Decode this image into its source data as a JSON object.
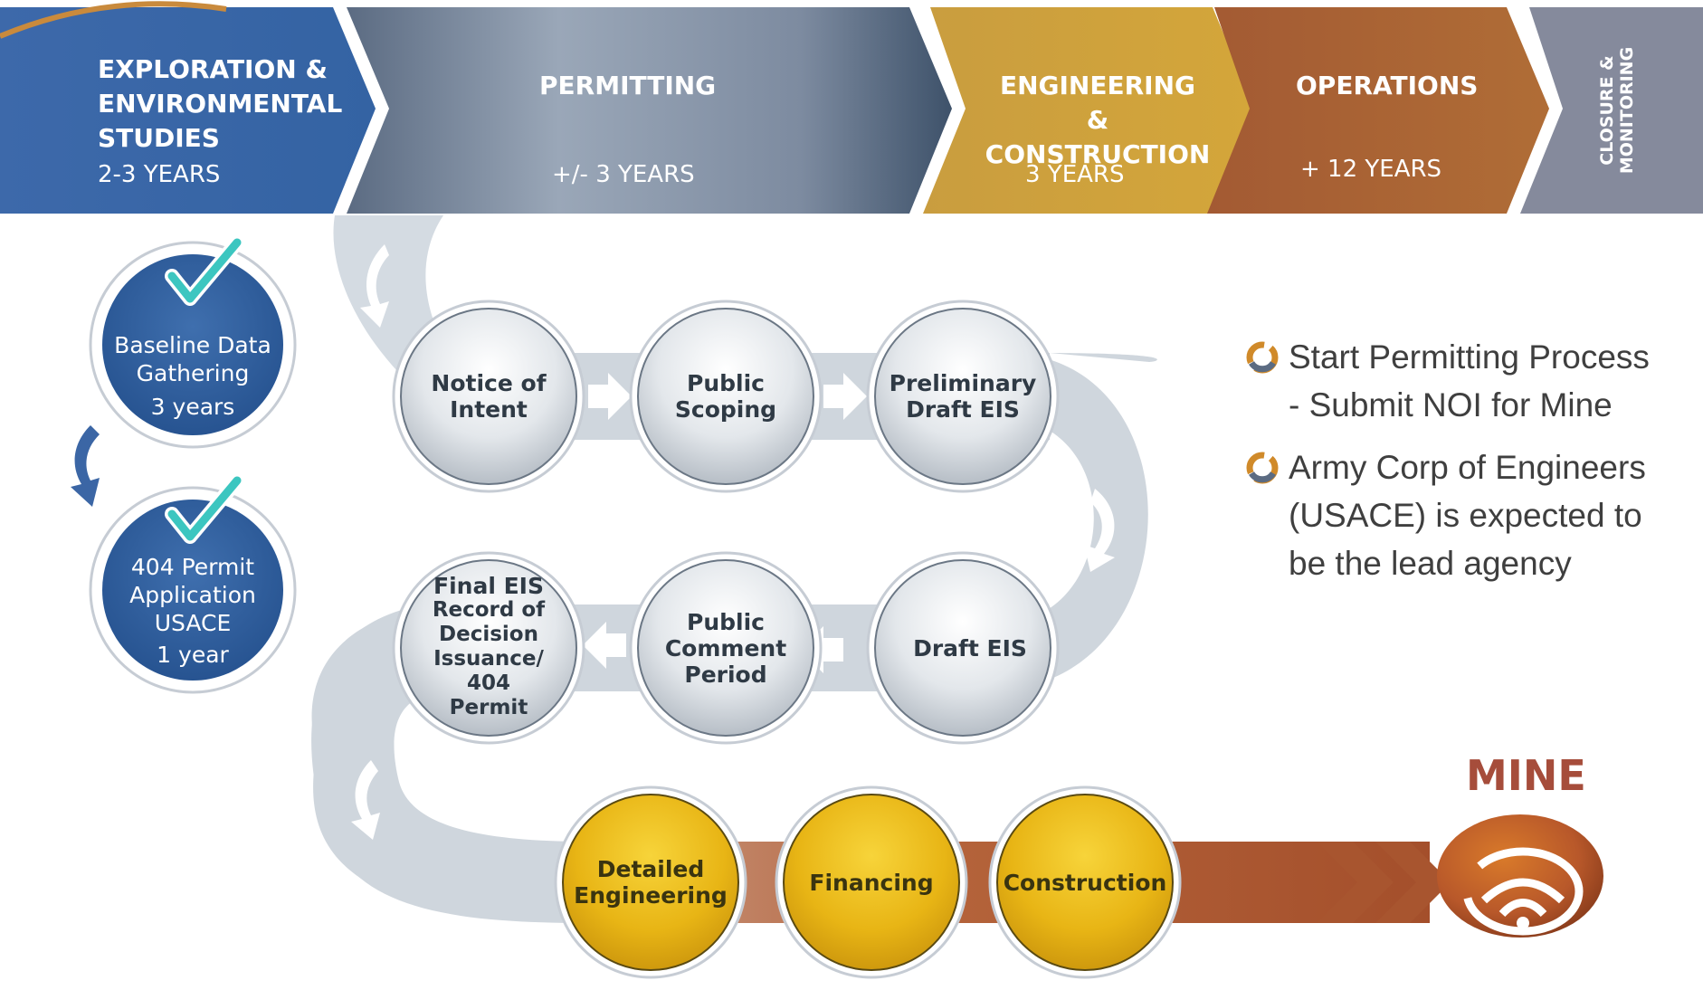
{
  "phases": [
    {
      "title_lines": [
        "EXPLORATION &",
        "ENVIRONMENTAL",
        "STUDIES"
      ],
      "duration": "2-3 YEARS",
      "color": "#3f6aa8"
    },
    {
      "title_lines": [
        "PERMITTING"
      ],
      "duration": "+/- 3 YEARS",
      "color": "#6f7f96"
    },
    {
      "title_lines": [
        "ENGINEERING &",
        "CONSTRUCTION"
      ],
      "duration": "3 YEARS",
      "color": "#caa03a"
    },
    {
      "title_lines": [
        "OPERATIONS"
      ],
      "duration": "+ 12 YEARS",
      "color": "#a86535"
    },
    {
      "title_lines": [
        "CLOSURE &",
        "MONITORING"
      ],
      "duration": "",
      "color": "#858a9c"
    }
  ],
  "exploration_steps": [
    {
      "lines": [
        "Baseline Data",
        "Gathering"
      ],
      "duration": "3 years",
      "check": true
    },
    {
      "lines": [
        "404 Permit",
        "Application",
        "USACE"
      ],
      "duration": "1 year",
      "check": true
    }
  ],
  "permitting_steps": {
    "row1": [
      {
        "lines": [
          "Notice of",
          "Intent"
        ]
      },
      {
        "lines": [
          "Public",
          "Scoping"
        ]
      },
      {
        "lines": [
          "Preliminary",
          "Draft EIS"
        ]
      }
    ],
    "row2": [
      {
        "lines": [
          "Final EIS",
          "Record of",
          "Decision",
          "Issuance/ 404",
          "Permit"
        ]
      },
      {
        "lines": [
          "Public",
          "Comment",
          "Period"
        ]
      },
      {
        "lines": [
          "Draft EIS"
        ]
      }
    ]
  },
  "construction_steps": [
    {
      "lines": [
        "Detailed",
        "Engineering"
      ]
    },
    {
      "lines": [
        "Financing"
      ]
    },
    {
      "lines": [
        "Construction"
      ]
    }
  ],
  "bullets": [
    {
      "lines": [
        "Start Permitting Process",
        "- Submit NOI for Mine"
      ]
    },
    {
      "lines": [
        "Army Corp of Engineers",
        "(USACE) is expected to",
        "be the lead agency"
      ]
    }
  ],
  "mine": {
    "label": "MINE",
    "icon": "mine-icon"
  },
  "colors": {
    "blue": "#3b66a5",
    "gray_path": "#cfd6dd",
    "gold": "#e2b11a",
    "rust": "#a8552f",
    "mine_red": "#a64d3b",
    "check_teal": "#3cc6c0"
  }
}
